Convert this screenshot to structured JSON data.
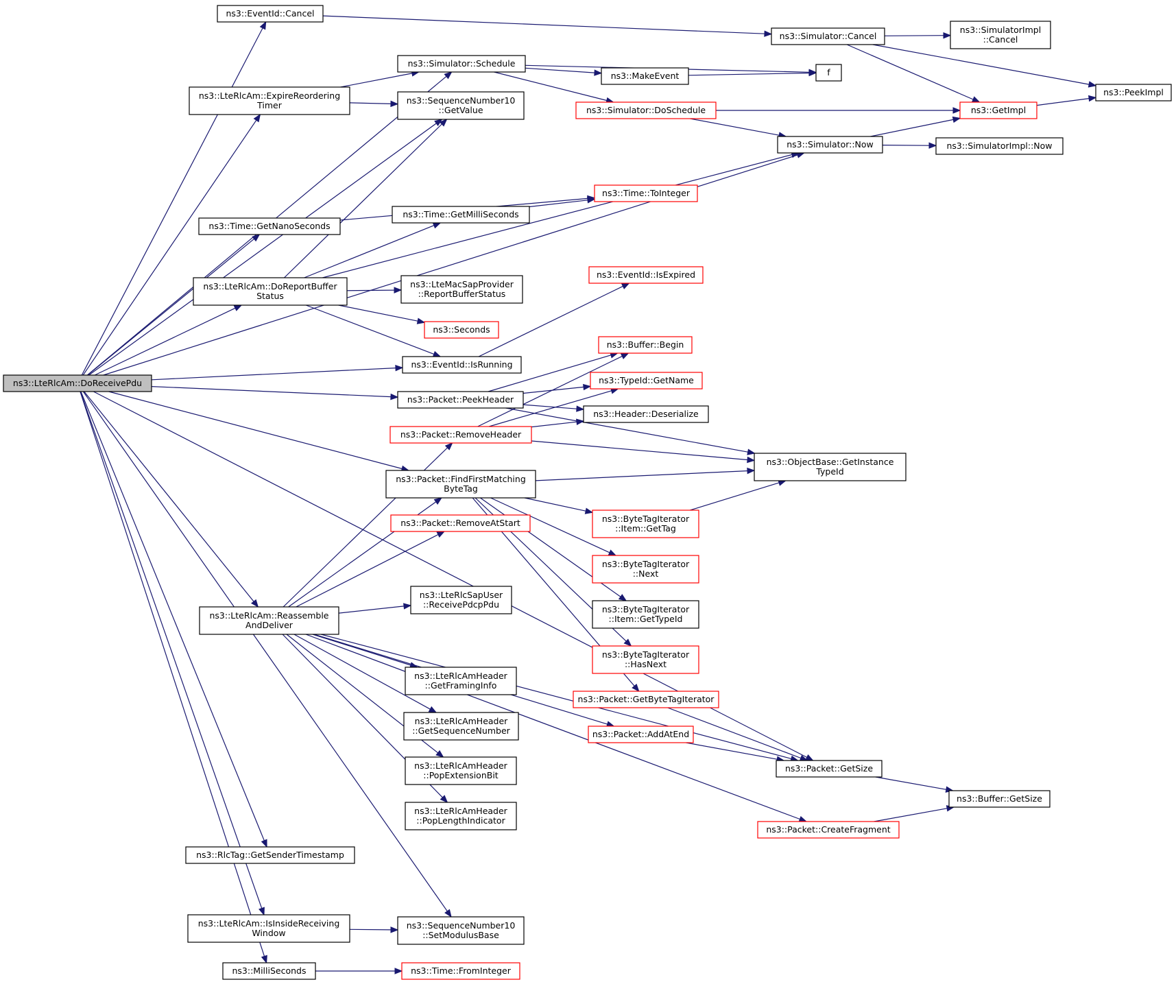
{
  "colors": {
    "edge": "#191970",
    "node_border": "#000000",
    "truncated_border": "#ff0000",
    "root_fill": "#bfbfbf"
  },
  "nodes": [
    {
      "id": "root",
      "lines": [
        "ns3::LteRlcAm::DoReceivePdu"
      ],
      "root": true
    },
    {
      "id": "evCancel",
      "lines": [
        "ns3::EventId::Cancel"
      ]
    },
    {
      "id": "simSchedule",
      "lines": [
        "ns3::Simulator::Schedule"
      ]
    },
    {
      "id": "expire",
      "lines": [
        "ns3::LteRlcAm::ExpireReordering",
        "Timer"
      ]
    },
    {
      "id": "seqGetValue",
      "lines": [
        "ns3::SequenceNumber10",
        "::GetValue"
      ]
    },
    {
      "id": "getNano",
      "lines": [
        "ns3::Time::GetNanoSeconds"
      ]
    },
    {
      "id": "getMilli",
      "lines": [
        "ns3::Time::GetMilliSeconds"
      ]
    },
    {
      "id": "doReport",
      "lines": [
        "ns3::LteRlcAm::DoReportBuffer",
        "Status"
      ]
    },
    {
      "id": "macSap",
      "lines": [
        "ns3::LteMacSapProvider",
        "::ReportBufferStatus"
      ]
    },
    {
      "id": "seconds",
      "lines": [
        "ns3::Seconds"
      ],
      "truncated": true
    },
    {
      "id": "isRunning",
      "lines": [
        "ns3::EventId::IsRunning"
      ]
    },
    {
      "id": "peekHeader",
      "lines": [
        "ns3::Packet::PeekHeader"
      ]
    },
    {
      "id": "removeHeader",
      "lines": [
        "ns3::Packet::RemoveHeader"
      ],
      "truncated": true
    },
    {
      "id": "findFirst",
      "lines": [
        "ns3::Packet::FindFirstMatching",
        "ByteTag"
      ]
    },
    {
      "id": "removeAtStart",
      "lines": [
        "ns3::Packet::RemoveAtStart"
      ],
      "truncated": true
    },
    {
      "id": "reassemble",
      "lines": [
        "ns3::LteRlcAm::Reassemble",
        "AndDeliver"
      ]
    },
    {
      "id": "rlcSap",
      "lines": [
        "ns3::LteRlcSapUser",
        "::ReceivePdcpPdu"
      ]
    },
    {
      "id": "framing",
      "lines": [
        "ns3::LteRlcAmHeader",
        "::GetFramingInfo"
      ]
    },
    {
      "id": "seqNum",
      "lines": [
        "ns3::LteRlcAmHeader",
        "::GetSequenceNumber"
      ]
    },
    {
      "id": "popExt",
      "lines": [
        "ns3::LteRlcAmHeader",
        "::PopExtensionBit"
      ]
    },
    {
      "id": "popLen",
      "lines": [
        "ns3::LteRlcAmHeader",
        "::PopLengthIndicator"
      ]
    },
    {
      "id": "rlcTag",
      "lines": [
        "ns3::RlcTag::GetSenderTimestamp"
      ]
    },
    {
      "id": "isInside",
      "lines": [
        "ns3::LteRlcAm::IsInsideReceiving",
        "Window"
      ]
    },
    {
      "id": "setModulus",
      "lines": [
        "ns3::SequenceNumber10",
        "::SetModulusBase"
      ]
    },
    {
      "id": "milliSeconds",
      "lines": [
        "ns3::MilliSeconds"
      ]
    },
    {
      "id": "fromInteger",
      "lines": [
        "ns3::Time::FromInteger"
      ],
      "truncated": true
    },
    {
      "id": "makeEvent",
      "lines": [
        "ns3::MakeEvent"
      ]
    },
    {
      "id": "doSchedule",
      "lines": [
        "ns3::Simulator::DoSchedule"
      ],
      "truncated": true
    },
    {
      "id": "toInteger",
      "lines": [
        "ns3::Time::ToInteger"
      ],
      "truncated": true
    },
    {
      "id": "isExpired",
      "lines": [
        "ns3::EventId::IsExpired"
      ],
      "truncated": true
    },
    {
      "id": "bufBegin",
      "lines": [
        "ns3::Buffer::Begin"
      ],
      "truncated": true
    },
    {
      "id": "typeName",
      "lines": [
        "ns3::TypeId::GetName"
      ],
      "truncated": true
    },
    {
      "id": "deserialize",
      "lines": [
        "ns3::Header::Deserialize"
      ]
    },
    {
      "id": "btGetTag",
      "lines": [
        "ns3::ByteTagIterator",
        "::Item::GetTag"
      ],
      "truncated": true
    },
    {
      "id": "btNext",
      "lines": [
        "ns3::ByteTagIterator",
        "::Next"
      ],
      "truncated": true
    },
    {
      "id": "btTypeId",
      "lines": [
        "ns3::ByteTagIterator",
        "::Item::GetTypeId"
      ]
    },
    {
      "id": "btHasNext",
      "lines": [
        "ns3::ByteTagIterator",
        "::HasNext"
      ],
      "truncated": true
    },
    {
      "id": "getBTI",
      "lines": [
        "ns3::Packet::GetByteTagIterator"
      ],
      "truncated": true
    },
    {
      "id": "addAtEnd",
      "lines": [
        "ns3::Packet::AddAtEnd"
      ],
      "truncated": true
    },
    {
      "id": "createFrag",
      "lines": [
        "ns3::Packet::CreateFragment"
      ],
      "truncated": true
    },
    {
      "id": "simCancel",
      "lines": [
        "ns3::Simulator::Cancel"
      ]
    },
    {
      "id": "f",
      "lines": [
        "f"
      ]
    },
    {
      "id": "simNow",
      "lines": [
        "ns3::Simulator::Now"
      ]
    },
    {
      "id": "objBase",
      "lines": [
        "ns3::ObjectBase::GetInstance",
        "TypeId"
      ]
    },
    {
      "id": "pktGetSize",
      "lines": [
        "ns3::Packet::GetSize"
      ]
    },
    {
      "id": "simImplCancel",
      "lines": [
        "ns3::SimulatorImpl",
        "::Cancel"
      ]
    },
    {
      "id": "getImpl",
      "lines": [
        "ns3::GetImpl"
      ],
      "truncated": true
    },
    {
      "id": "simImplNow",
      "lines": [
        "ns3::SimulatorImpl::Now"
      ]
    },
    {
      "id": "bufGetSize",
      "lines": [
        "ns3::Buffer::GetSize"
      ]
    },
    {
      "id": "peekImpl",
      "lines": [
        "ns3::PeekImpl"
      ]
    }
  ],
  "edges": [
    [
      "root",
      "evCancel"
    ],
    [
      "root",
      "simSchedule"
    ],
    [
      "root",
      "expire"
    ],
    [
      "root",
      "seqGetValue"
    ],
    [
      "root",
      "simNow"
    ],
    [
      "root",
      "getNano"
    ],
    [
      "root",
      "doReport"
    ],
    [
      "root",
      "isRunning"
    ],
    [
      "root",
      "peekHeader"
    ],
    [
      "root",
      "findFirst"
    ],
    [
      "root",
      "reassemble"
    ],
    [
      "root",
      "pktGetSize"
    ],
    [
      "root",
      "rlcTag"
    ],
    [
      "root",
      "setModulus"
    ],
    [
      "root",
      "isInside"
    ],
    [
      "root",
      "milliSeconds"
    ],
    [
      "evCancel",
      "simCancel"
    ],
    [
      "simCancel",
      "simImplCancel"
    ],
    [
      "simCancel",
      "getImpl"
    ],
    [
      "simCancel",
      "peekImpl"
    ],
    [
      "simSchedule",
      "f"
    ],
    [
      "simSchedule",
      "makeEvent"
    ],
    [
      "simSchedule",
      "doSchedule"
    ],
    [
      "makeEvent",
      "f"
    ],
    [
      "doSchedule",
      "getImpl"
    ],
    [
      "doSchedule",
      "simNow"
    ],
    [
      "getImpl",
      "peekImpl"
    ],
    [
      "simNow",
      "getImpl"
    ],
    [
      "simNow",
      "simImplNow"
    ],
    [
      "expire",
      "simSchedule"
    ],
    [
      "expire",
      "seqGetValue"
    ],
    [
      "getNano",
      "toInteger"
    ],
    [
      "getMilli",
      "toInteger"
    ],
    [
      "doReport",
      "seqGetValue"
    ],
    [
      "doReport",
      "getMilli"
    ],
    [
      "doReport",
      "simNow"
    ],
    [
      "doReport",
      "macSap"
    ],
    [
      "doReport",
      "seconds"
    ],
    [
      "doReport",
      "isRunning"
    ],
    [
      "isRunning",
      "isExpired"
    ],
    [
      "peekHeader",
      "bufBegin"
    ],
    [
      "peekHeader",
      "typeName"
    ],
    [
      "peekHeader",
      "deserialize"
    ],
    [
      "peekHeader",
      "objBase"
    ],
    [
      "removeHeader",
      "bufBegin"
    ],
    [
      "removeHeader",
      "typeName"
    ],
    [
      "removeHeader",
      "deserialize"
    ],
    [
      "removeHeader",
      "objBase"
    ],
    [
      "findFirst",
      "objBase"
    ],
    [
      "findFirst",
      "btGetTag"
    ],
    [
      "findFirst",
      "btNext"
    ],
    [
      "findFirst",
      "btTypeId"
    ],
    [
      "findFirst",
      "btHasNext"
    ],
    [
      "findFirst",
      "getBTI"
    ],
    [
      "btGetTag",
      "objBase"
    ],
    [
      "reassemble",
      "removeHeader"
    ],
    [
      "reassemble",
      "findFirst"
    ],
    [
      "reassemble",
      "removeAtStart"
    ],
    [
      "reassemble",
      "rlcSap"
    ],
    [
      "reassemble",
      "framing"
    ],
    [
      "reassemble",
      "seqNum"
    ],
    [
      "reassemble",
      "popExt"
    ],
    [
      "reassemble",
      "popLen"
    ],
    [
      "reassemble",
      "addAtEnd"
    ],
    [
      "reassemble",
      "pktGetSize"
    ],
    [
      "reassemble",
      "createFrag"
    ],
    [
      "getBTI",
      "pktGetSize"
    ],
    [
      "addAtEnd",
      "pktGetSize"
    ],
    [
      "pktGetSize",
      "bufGetSize"
    ],
    [
      "createFrag",
      "bufGetSize"
    ],
    [
      "isInside",
      "setModulus"
    ],
    [
      "milliSeconds",
      "fromInteger"
    ]
  ]
}
